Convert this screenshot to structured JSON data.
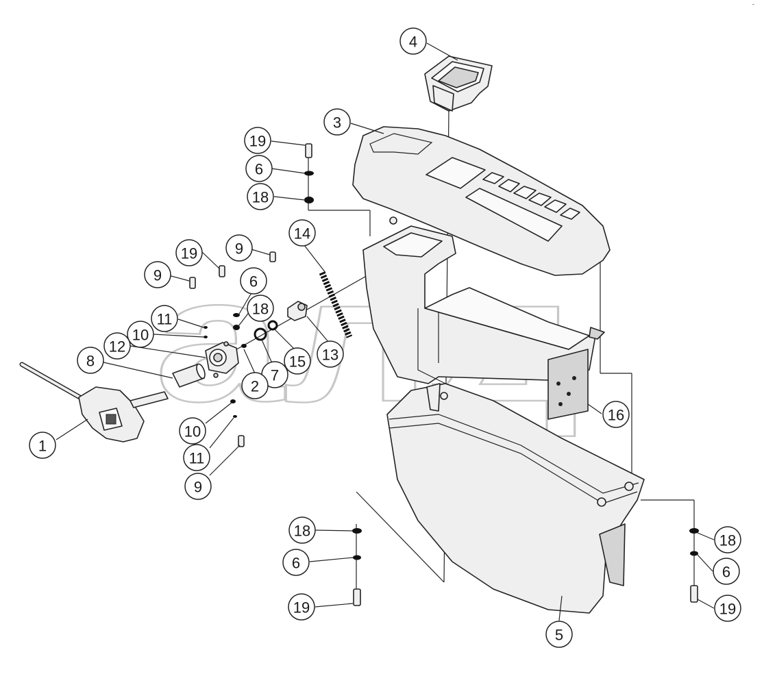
{
  "watermark": {
    "text": "алд",
    "trademark": "TM"
  },
  "callouts": [
    {
      "id": "c4",
      "label": "4"
    },
    {
      "id": "c3",
      "label": "3"
    },
    {
      "id": "c19a",
      "label": "19"
    },
    {
      "id": "c6a",
      "label": "6"
    },
    {
      "id": "c18a",
      "label": "18"
    },
    {
      "id": "c14",
      "label": "14"
    },
    {
      "id": "c9a",
      "label": "9"
    },
    {
      "id": "c19b",
      "label": "19"
    },
    {
      "id": "c9b",
      "label": "9"
    },
    {
      "id": "c6b",
      "label": "6"
    },
    {
      "id": "c18b",
      "label": "18"
    },
    {
      "id": "c11a",
      "label": "11"
    },
    {
      "id": "c10a",
      "label": "10"
    },
    {
      "id": "c12",
      "label": "12"
    },
    {
      "id": "c8",
      "label": "8"
    },
    {
      "id": "c15",
      "label": "15"
    },
    {
      "id": "c13",
      "label": "13"
    },
    {
      "id": "c7",
      "label": "7"
    },
    {
      "id": "c2",
      "label": "2"
    },
    {
      "id": "c1",
      "label": "1"
    },
    {
      "id": "c10b",
      "label": "10"
    },
    {
      "id": "c11b",
      "label": "11"
    },
    {
      "id": "c9c",
      "label": "9"
    },
    {
      "id": "c16",
      "label": "16"
    },
    {
      "id": "c18c",
      "label": "18"
    },
    {
      "id": "c6c",
      "label": "6"
    },
    {
      "id": "c19c",
      "label": "19"
    },
    {
      "id": "c18d",
      "label": "18"
    },
    {
      "id": "c6d",
      "label": "6"
    },
    {
      "id": "c19d",
      "label": "19"
    },
    {
      "id": "c5",
      "label": "5"
    }
  ]
}
